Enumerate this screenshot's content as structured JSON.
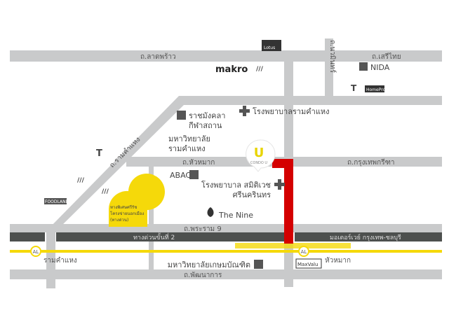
{
  "roads": {
    "lat_phrao": "ถ.ลาดพร้าว",
    "seri_thai": "ถ.เสรีไทย",
    "nawamin": "ถ.นวมินทร์",
    "ramkhamhaeng": "ถ.รามคำแหง",
    "hua_mak": "ถ.หัวหมาก",
    "krungthep_kritha": "ถ.กรุงเทพกรีฑา",
    "rama9": "ถ.พระราม 9",
    "expressway2": "ทางด่วนขั้นที่ 2",
    "motorway": "มอเตอร์เวย์ กรุงเทพ-ชลบุรี",
    "phatthanakan": "ถ.พัฒนาการ"
  },
  "stations": [
    {
      "badge": "AL",
      "name": "รามคำแหง"
    },
    {
      "badge": "AL",
      "name": "หัวหมาก"
    }
  ],
  "places": {
    "makro": "makro",
    "nida": "NIDA",
    "lotus": "Lotus",
    "homepro": "HomePro",
    "stadium": [
      "ราชมังคลา",
      "กีฬาสถาน"
    ],
    "hospital_ram": "โรงพยาบาลรามคำแหง",
    "ramkhamhaeng_univ": [
      "มหาวิทยาลัย",
      "รามคำแหง"
    ],
    "abac": "ABAC",
    "hospital_samitivej": [
      "โรงพยาบาล สมิติเวช",
      "ศรีนครินทร"
    ],
    "the_nine": "The Nine",
    "kasem_bundit": "มหาวิทยาลัยเกษมบัณฑิต",
    "maxvalu": "MaxValu",
    "fashion": "FOODLAND",
    "expressway_note": [
      "ทางพิเศษศรีรัช",
      "โครงข่ายนอกเมือง",
      "(ทางด่วน)"
    ]
  },
  "condo": {
    "logo": "U",
    "name": "CONDO U"
  },
  "colors": {
    "road": "#c9cacb",
    "expressway": "#4d504e",
    "route": "#d40000",
    "airport_link": "#f5d90a"
  }
}
